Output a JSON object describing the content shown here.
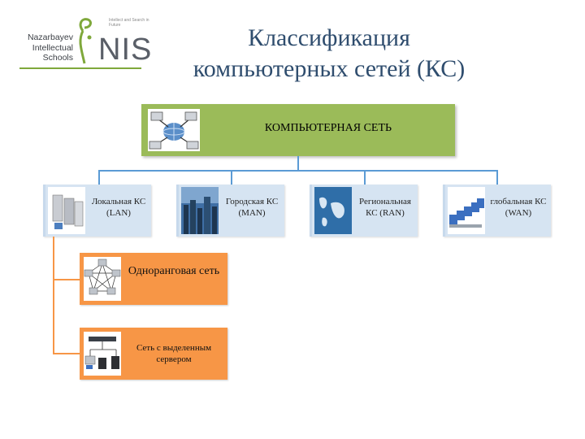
{
  "logo": {
    "line1": "Nazarbayev",
    "line2": "Intellectual",
    "line3": "Schools",
    "mark": "NIS",
    "tagline": "Intellect and Search in Future",
    "accent": "#7fa83b"
  },
  "title": {
    "line1": "Классификация",
    "line2": "компьютерных сетей (КС)"
  },
  "root": {
    "label": "КОМПЬЮТЕРНАЯ СЕТЬ",
    "icon": "network-globe-icon",
    "color": "#9bbb59"
  },
  "types": [
    {
      "label": "Локальная КС (LAN)",
      "icon": "servers-icon"
    },
    {
      "label": "Городская КС (MAN)",
      "icon": "city-icon"
    },
    {
      "label": "Региональная КС (RAN)",
      "icon": "world-map-icon"
    },
    {
      "label": "глобальная КС (WAN)",
      "icon": "computers-row-icon"
    }
  ],
  "lan_subtypes": [
    {
      "label": "Одноранговая сеть",
      "icon": "peer-network-icon"
    },
    {
      "label": "Сеть с выделенным сервером",
      "icon": "server-network-icon"
    }
  ],
  "colors": {
    "title": "#2f4d6e",
    "connector": "#5b9bd5",
    "card": "#d6e4f2",
    "sub_connector": "#f79646",
    "sub_card": "#f79646"
  }
}
